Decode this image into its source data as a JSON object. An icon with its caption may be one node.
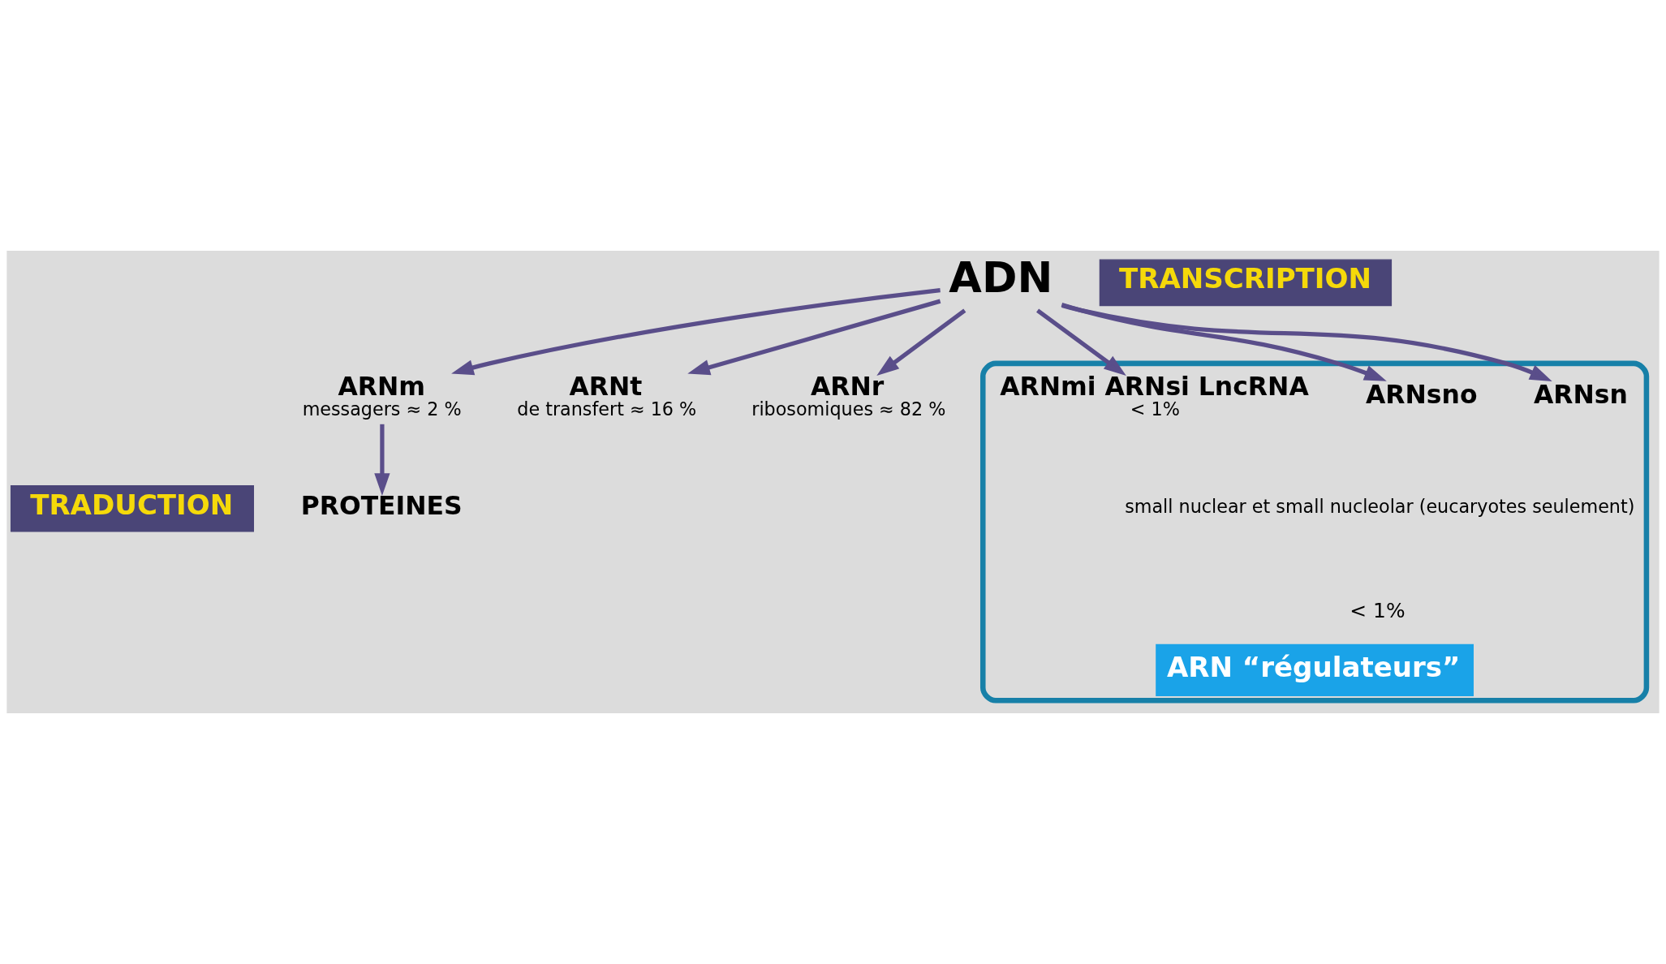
{
  "diagram": {
    "nodes": [
      {
        "text": [
          "ADN"
        ]
      },
      {
        "text": [
          "TRANSCRIPTION"
        ]
      },
      {
        "text": [
          "ARNm",
          "messagers ≈ 2 %"
        ]
      },
      {
        "text": [
          "ARNt",
          "de transfert ≈ 16 %"
        ]
      },
      {
        "text": [
          "ARNr",
          "ribosomiques ≈ 82 %"
        ]
      },
      {
        "text": [
          "ARN “régulateurs”"
        ]
      },
      {
        "text": [
          "ARNsn"
        ],
        "in": 5
      },
      {
        "text": [
          "ARNsno"
        ],
        "in": 5
      },
      {
        "text": [
          "ARNmi ARNsi LncRNA",
          "< 1%"
        ],
        "in": 5
      },
      {
        "text": [
          "TRADUCTION"
        ]
      },
      {
        "text": [
          "PROTEINES"
        ]
      }
    ],
    "edges": [
      {
        "from": 0,
        "to": 2,
        "arrow": "to"
      },
      {
        "from": 0,
        "to": 3,
        "arrow": "to"
      },
      {
        "from": 0,
        "to": 4,
        "arrow": "to"
      },
      {
        "from": 0,
        "to": 6,
        "arrow": "to"
      },
      {
        "from": 0,
        "to": 7,
        "arrow": "to"
      },
      {
        "from": 0,
        "to": 8,
        "arrow": "to"
      },
      {
        "from": 2,
        "to": 10,
        "arrow": "to"
      }
    ],
    "labels": [
      "small nuclear et small nucleolar (eucaryotes seulement)",
      "< 1%"
    ]
  }
}
